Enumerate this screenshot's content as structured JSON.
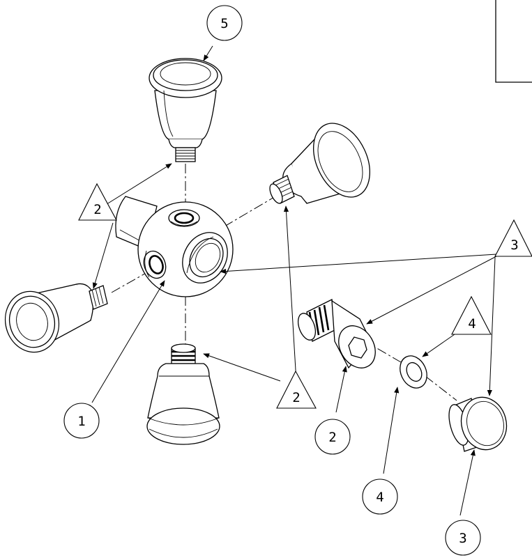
{
  "callouts": {
    "balloon_5": "5",
    "balloon_1": "1",
    "balloon_2": "2",
    "balloon_4": "4",
    "balloon_3": "3",
    "triangle_2_left": "2",
    "triangle_2_bottom": "2",
    "triangle_3": "3",
    "triangle_4": "4"
  }
}
